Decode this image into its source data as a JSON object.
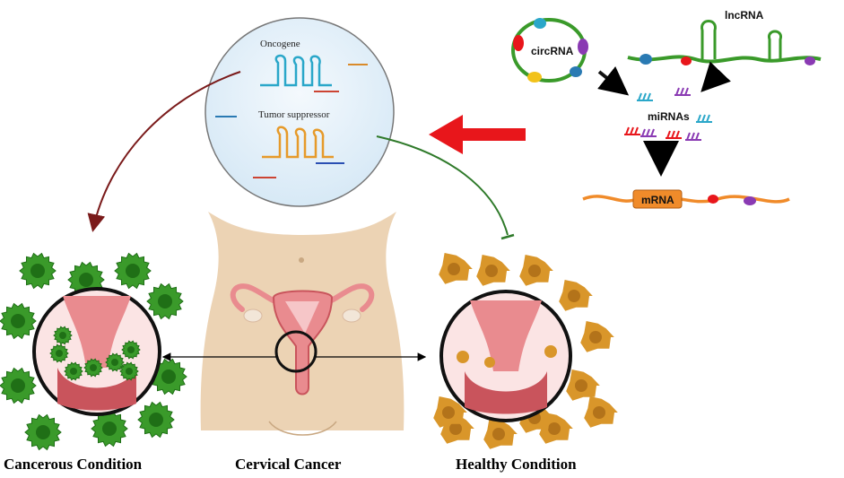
{
  "labels": {
    "oncogene": "Oncogene",
    "tumor_suppressor": "Tumor suppressor",
    "circrna": "circRNA",
    "lncrna": "lncRNA",
    "mirnas": "miRNAs",
    "mrna": "mRNA"
  },
  "captions": {
    "cancerous": "Cancerous Condition",
    "cervical": "Cervical Cancer",
    "healthy": "Healthy Condition"
  },
  "colors": {
    "cancer_cell": "#3a9a2a",
    "cancer_cell_dark": "#1f6f16",
    "healthy_cell": "#d9962a",
    "healthy_cell_dark": "#b3731a",
    "skin": "#ecd3b4",
    "uterus": "#e98b8f",
    "uterus_dark": "#c9545c",
    "red_arrow": "#e8161b",
    "oncogene_path": "#7a1a1a",
    "suppressor_path": "#2f7a2a",
    "lncrna": "#3a9a2a",
    "mrna_box": "#f08b2a",
    "bubble_fill": "#e6f2fb"
  }
}
